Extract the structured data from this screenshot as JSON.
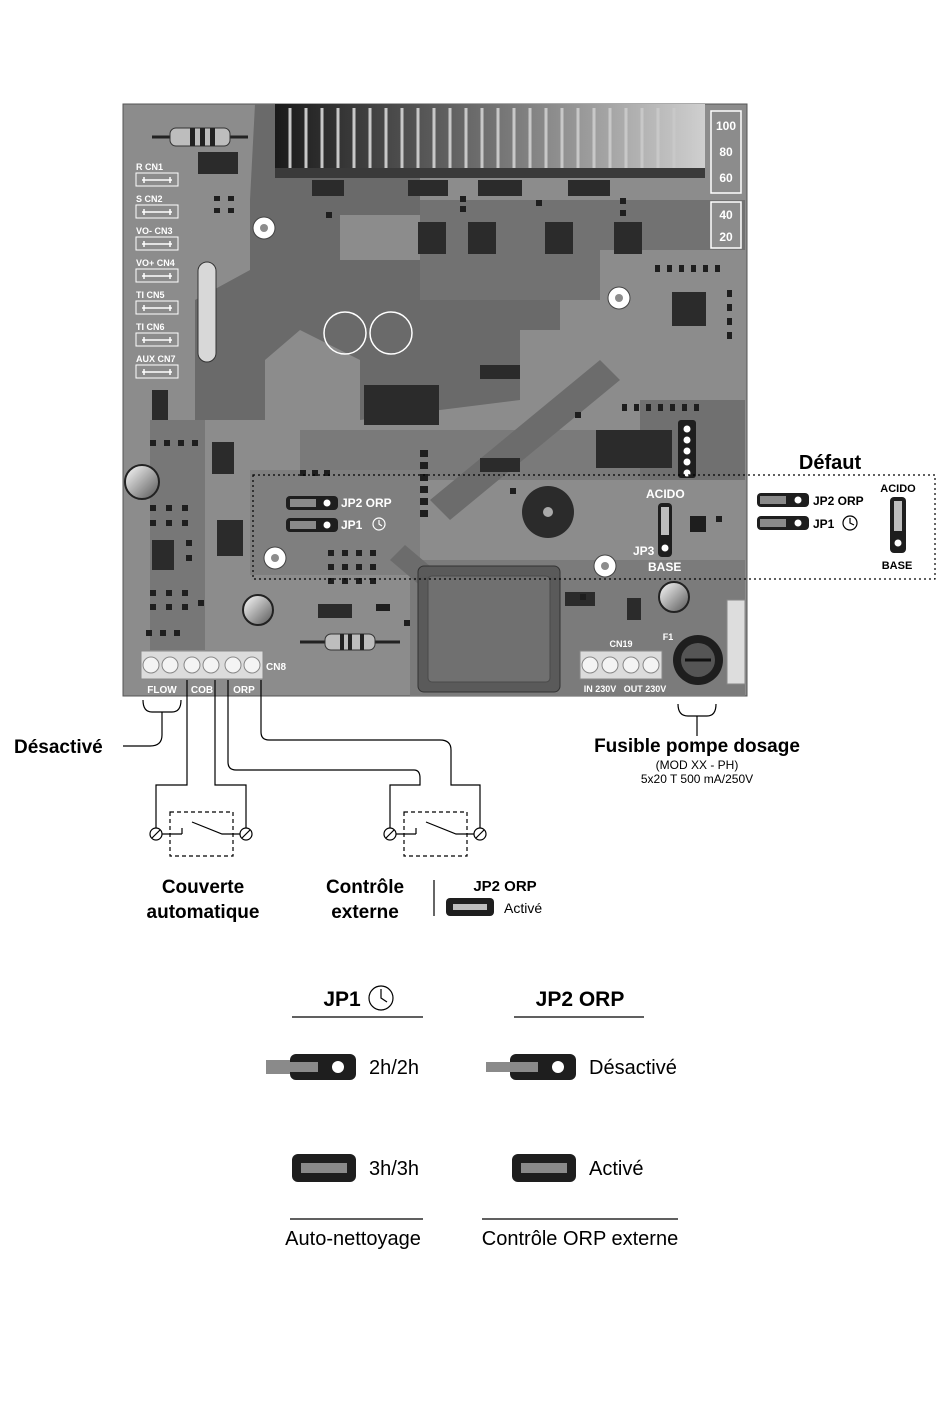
{
  "board": {
    "connectors_left": [
      "R CN1",
      "S CN2",
      "VO- CN3",
      "VO+ CN4",
      "TI CN5",
      "TI CN6",
      "AUX CN7"
    ],
    "scale_top": [
      "100",
      "80",
      "60"
    ],
    "scale_bottom": [
      "40",
      "20"
    ],
    "jp2_label": "JP2 ORP",
    "jp1_label": "JP1",
    "acido_label": "ACIDO",
    "jp3_label": "JP3",
    "base_label": "BASE",
    "cn8_label": "CN8",
    "cn19_label": "CN19",
    "f1_label": "F1",
    "bottom_terminals": [
      "FLOW",
      "COB",
      "ORP"
    ],
    "power_terminals": [
      "IN 230V",
      "OUT 230V"
    ]
  },
  "default_box": {
    "title": "Défaut",
    "jp2_label": "JP2 ORP",
    "jp1_label": "JP1",
    "acido_label": "ACIDO",
    "base_label": "BASE"
  },
  "annotations": {
    "disabled": "Désactivé",
    "fuse_title": "Fusible pompe dosage",
    "fuse_model": "(MOD XX - PH)",
    "fuse_spec": "5x20 T 500 mA/250V",
    "cover_line1": "Couverte",
    "cover_line2": "automatique",
    "external_line1": "Contrôle",
    "external_line2": "externe",
    "jp2_orp": "JP2 ORP",
    "activated": "Activé"
  },
  "legend": {
    "jp1_header": "JP1",
    "jp2_header": "JP2 ORP",
    "jp1_open": "2h/2h",
    "jp1_closed": "3h/3h",
    "jp2_open": "Désactivé",
    "jp2_closed": "Activé",
    "jp1_footer": "Auto-nettoyage",
    "jp2_footer": "Contrôle ORP externe"
  },
  "colors": {
    "board": "#8a8a8a",
    "board_dark": "#5f5f5f",
    "chip": "#2b2b2b",
    "jumper": "#1e1e1e"
  }
}
